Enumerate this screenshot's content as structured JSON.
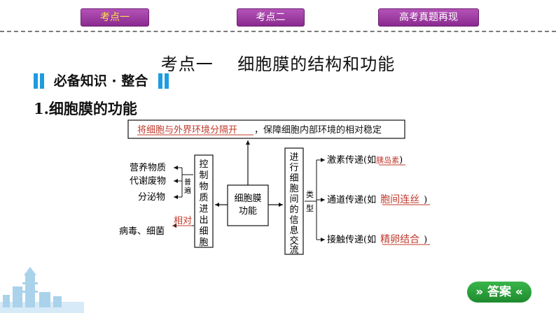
{
  "nav": {
    "tabs": [
      {
        "label": "考点一",
        "active": true
      },
      {
        "label": "考点二",
        "active": false
      },
      {
        "label": "高考真题再现",
        "active": false
      }
    ]
  },
  "page_title": "考点一    细胞膜的结构和功能",
  "section_banner": "必备知识 · 整合",
  "section_heading": "1.细胞膜的功能",
  "diagram": {
    "top_box": {
      "answer": "将细胞与外界环境分隔开",
      "text": "，保障细胞内部环境的相对稳定"
    },
    "left_items": [
      "营养物质",
      "代谢废物",
      "分泌物"
    ],
    "left_brace_label": "普遍",
    "left_blank_answer": "相对",
    "bottom_left_item": "病毒、细菌",
    "control_box": [
      "控",
      "制",
      "物",
      "质",
      "进",
      "出",
      "细",
      "胞"
    ],
    "center_box": [
      "细胞膜",
      "功能"
    ],
    "info_box": [
      "进",
      "行",
      "细",
      "胞",
      "间",
      "的",
      "信",
      "息",
      "交",
      "流"
    ],
    "type_label": [
      "类",
      "型"
    ],
    "right_items": [
      {
        "prefix": "激素传递(如",
        "answer": "胰岛素",
        "suffix": ")"
      },
      {
        "prefix": "通道传递(如",
        "answer": "胞间连丝",
        "suffix": ")"
      },
      {
        "prefix": "接触传递(如",
        "answer": "精卵结合",
        "suffix": ")"
      }
    ],
    "answer_color": "#c0392b"
  },
  "answer_button": "» 答案 «",
  "colors": {
    "tab": "#9b3aa0",
    "tab_active_text": "#ffe14d",
    "ribbon_bar": "#1f9be0",
    "answer_button": "#2ea043"
  }
}
